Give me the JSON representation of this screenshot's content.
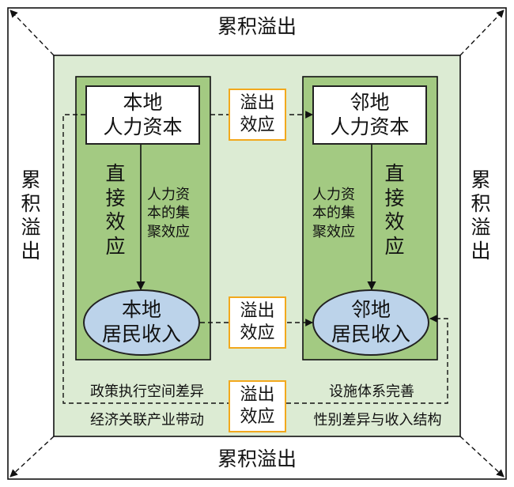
{
  "outer_label": "累积溢出",
  "left_panel": {
    "top_box": [
      "本地",
      "人力资本"
    ],
    "bottom_ellipse": [
      "本地",
      "居民收入"
    ],
    "direct_effect": [
      "直",
      "接",
      "效",
      "应"
    ],
    "agglomeration": [
      "人力资",
      "本的集",
      "聚效应"
    ]
  },
  "right_panel": {
    "top_box": [
      "邻地",
      "人力资本"
    ],
    "bottom_ellipse": [
      "邻地",
      "居民收入"
    ],
    "direct_effect": [
      "直",
      "接",
      "效",
      "应"
    ],
    "agglomeration": [
      "人力资",
      "本的集",
      "聚效应"
    ]
  },
  "spillover": [
    "溢出",
    "效应"
  ],
  "factors": {
    "left_top": "政策执行空间差异",
    "left_bottom": "经济关联产业带动",
    "right_top": "设施体系完善",
    "right_bottom": "性别差异与收入结构"
  },
  "colors": {
    "inner_light": "#dcebd3",
    "panel_green": "#a3ca82",
    "ellipse_blue": "#bcd3ea",
    "spillover_border": "#f2a81d"
  }
}
